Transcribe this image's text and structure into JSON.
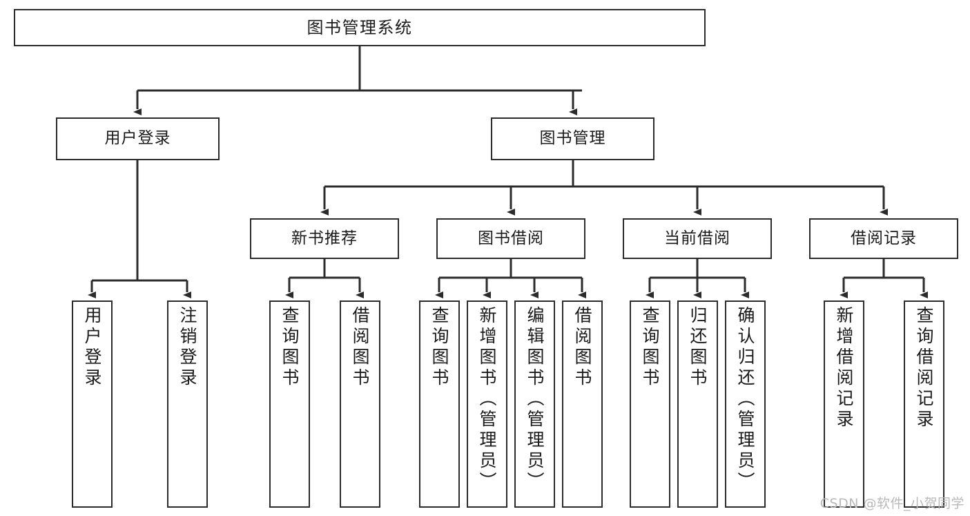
{
  "diagram": {
    "title": "图书管理系统",
    "type": "tree-hierarchy-diagram",
    "colors": {
      "box_border": "#2b2b2b",
      "box_fill": "#ffffff",
      "connector": "#2b2b2b",
      "watermark": "#b9b9b9",
      "background": "#ffffff"
    },
    "root": {
      "label": "图书管理系统"
    },
    "level2": [
      {
        "label": "用户登录"
      },
      {
        "label": "图书管理"
      }
    ],
    "level3": [
      {
        "label": "新书推荐"
      },
      {
        "label": "图书借阅"
      },
      {
        "label": "当前借阅"
      },
      {
        "label": "借阅记录"
      }
    ],
    "leaves": {
      "user_login": [
        {
          "label": "用户登录"
        },
        {
          "label": "注销登录"
        }
      ],
      "new_book_recommend": [
        {
          "label": "查询图书"
        },
        {
          "label": "借阅图书"
        }
      ],
      "book_borrow": [
        {
          "label": "查询图书"
        },
        {
          "label": "新增图书（管理员）"
        },
        {
          "label": "编辑图书（管理员）"
        },
        {
          "label": "借阅图书"
        }
      ],
      "current_borrow": [
        {
          "label": "查询图书"
        },
        {
          "label": "归还图书"
        },
        {
          "label": "确认归还（管理员）"
        }
      ],
      "borrow_record": [
        {
          "label": "新增借阅记录"
        },
        {
          "label": "查询借阅记录"
        }
      ]
    },
    "watermark": "CSDN @软件_小贺同学"
  }
}
